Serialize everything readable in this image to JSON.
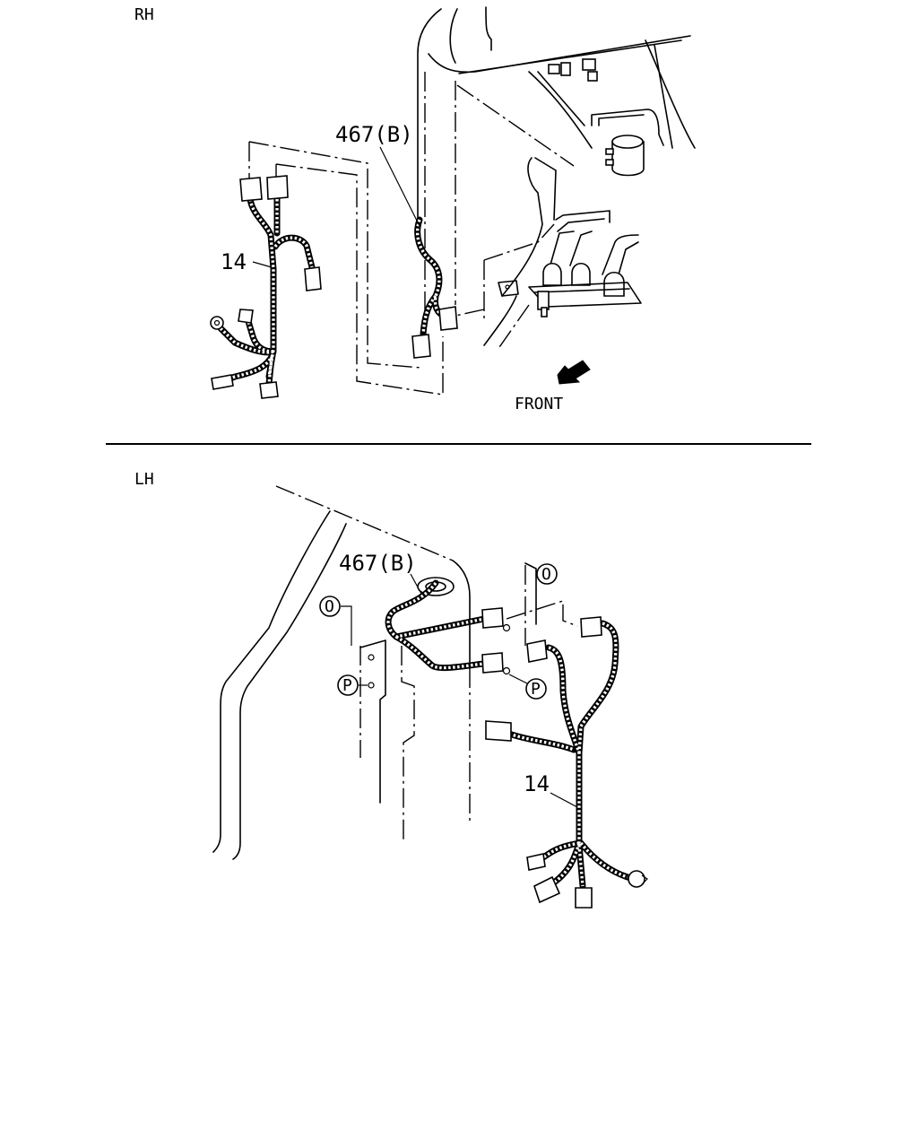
{
  "rh": {
    "section_label": "RH",
    "label_harness": "14",
    "label_harness_b": "467(B)",
    "label_front": "FRONT"
  },
  "lh": {
    "section_label": "LH",
    "label_harness": "14",
    "label_harness_b": "467(B)",
    "marker_o_left": "O",
    "marker_o_right": "O",
    "marker_p_left": "P",
    "marker_p_right": "P"
  },
  "colors": {
    "ink": "#000000",
    "paper": "#ffffff"
  }
}
